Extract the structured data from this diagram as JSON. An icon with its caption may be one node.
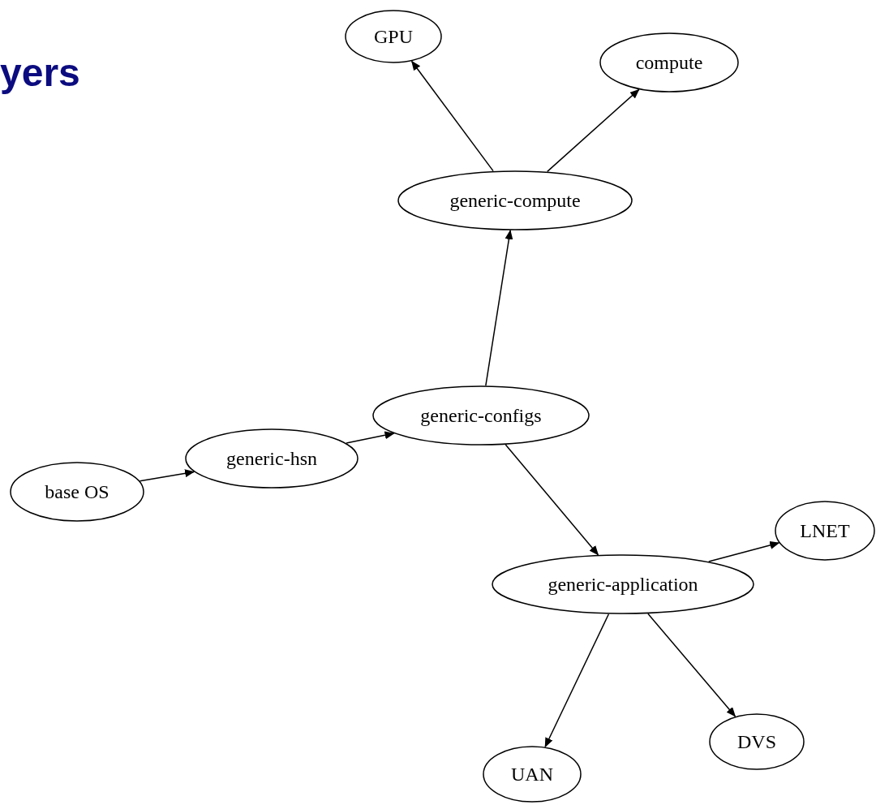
{
  "diagram": {
    "title": "yers",
    "nodes": [
      {
        "text": [
          "GPU"
        ]
      },
      {
        "text": [
          "compute"
        ]
      },
      {
        "text": [
          "generic-compute"
        ]
      },
      {
        "text": [
          "generic-configs"
        ]
      },
      {
        "text": [
          "generic-hsn"
        ]
      },
      {
        "text": [
          "base OS"
        ]
      },
      {
        "text": [
          "LNET"
        ]
      },
      {
        "text": [
          "generic-application"
        ]
      },
      {
        "text": [
          "UAN"
        ]
      },
      {
        "text": [
          "DVS"
        ]
      }
    ],
    "edges": [
      {
        "from": 5,
        "to": 4,
        "arrow": "to"
      },
      {
        "from": 4,
        "to": 3,
        "arrow": "to"
      },
      {
        "from": 3,
        "to": 2,
        "arrow": "to"
      },
      {
        "from": 2,
        "to": 0,
        "arrow": "to"
      },
      {
        "from": 2,
        "to": 1,
        "arrow": "to"
      },
      {
        "from": 3,
        "to": 7,
        "arrow": "to"
      },
      {
        "from": 7,
        "to": 6,
        "arrow": "to"
      },
      {
        "from": 7,
        "to": 8,
        "arrow": "to"
      },
      {
        "from": 7,
        "to": 9,
        "arrow": "to"
      }
    ]
  }
}
